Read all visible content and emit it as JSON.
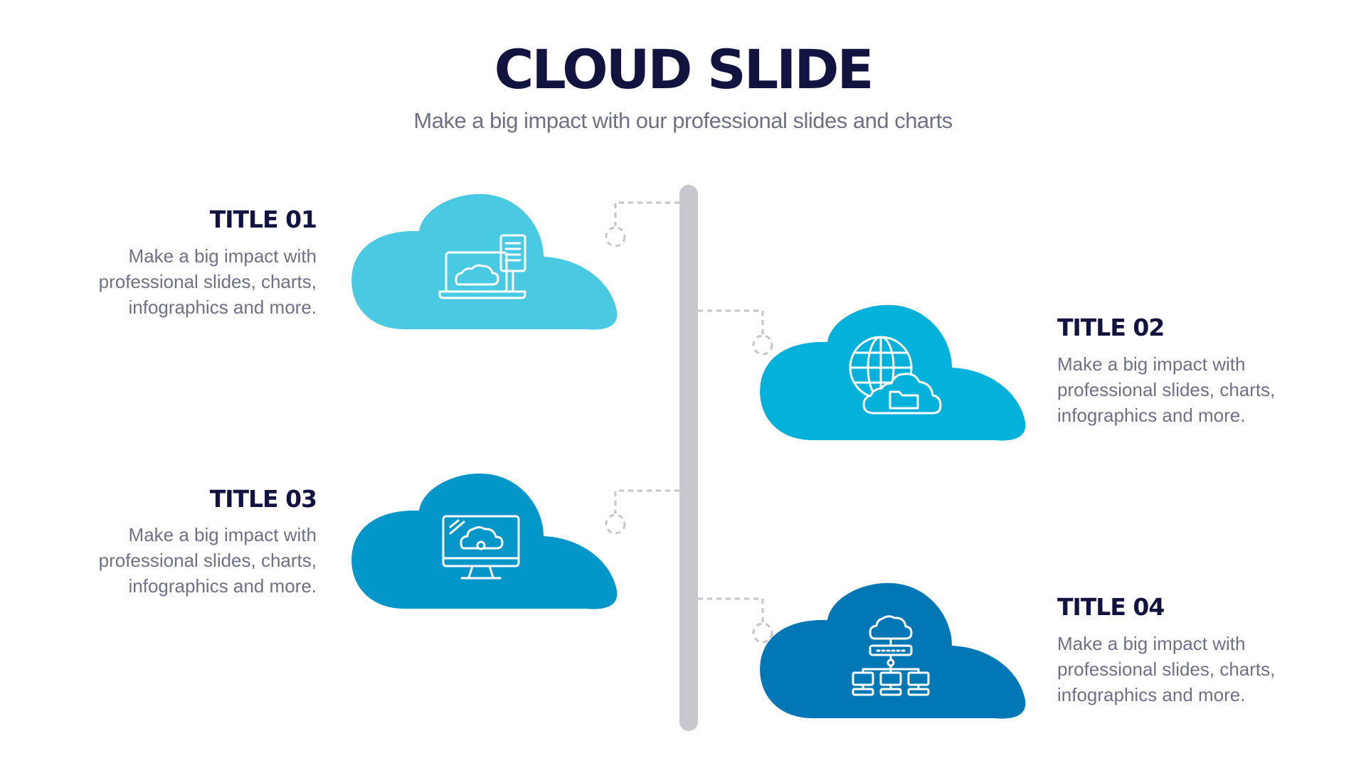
{
  "header": {
    "title": "CLOUD SLIDE",
    "subtitle": "Make a big impact with our professional slides and charts"
  },
  "items": [
    {
      "title": "TITLE 01",
      "desc": "Make a big impact with professional slides, charts, infographics and more.",
      "color": "#4ac9e3",
      "icon": "laptop-cloud-server-icon"
    },
    {
      "title": "TITLE 02",
      "desc": "Make a big impact with professional slides, charts, infographics and more.",
      "color": "#03b1da",
      "icon": "globe-cloud-folder-icon"
    },
    {
      "title": "TITLE 03",
      "desc": "Make a big impact with professional slides, charts, infographics and more.",
      "color": "#0396c9",
      "icon": "monitor-cloud-icon"
    },
    {
      "title": "TITLE 04",
      "desc": "Make a big impact with professional slides, charts, infographics and more.",
      "color": "#0277b6",
      "icon": "cloud-network-icon"
    }
  ],
  "colors": {
    "timeline": "#c8c9ce",
    "connector": "#c4c6cc",
    "heading": "#12143f",
    "body_text": "#6e7185"
  }
}
